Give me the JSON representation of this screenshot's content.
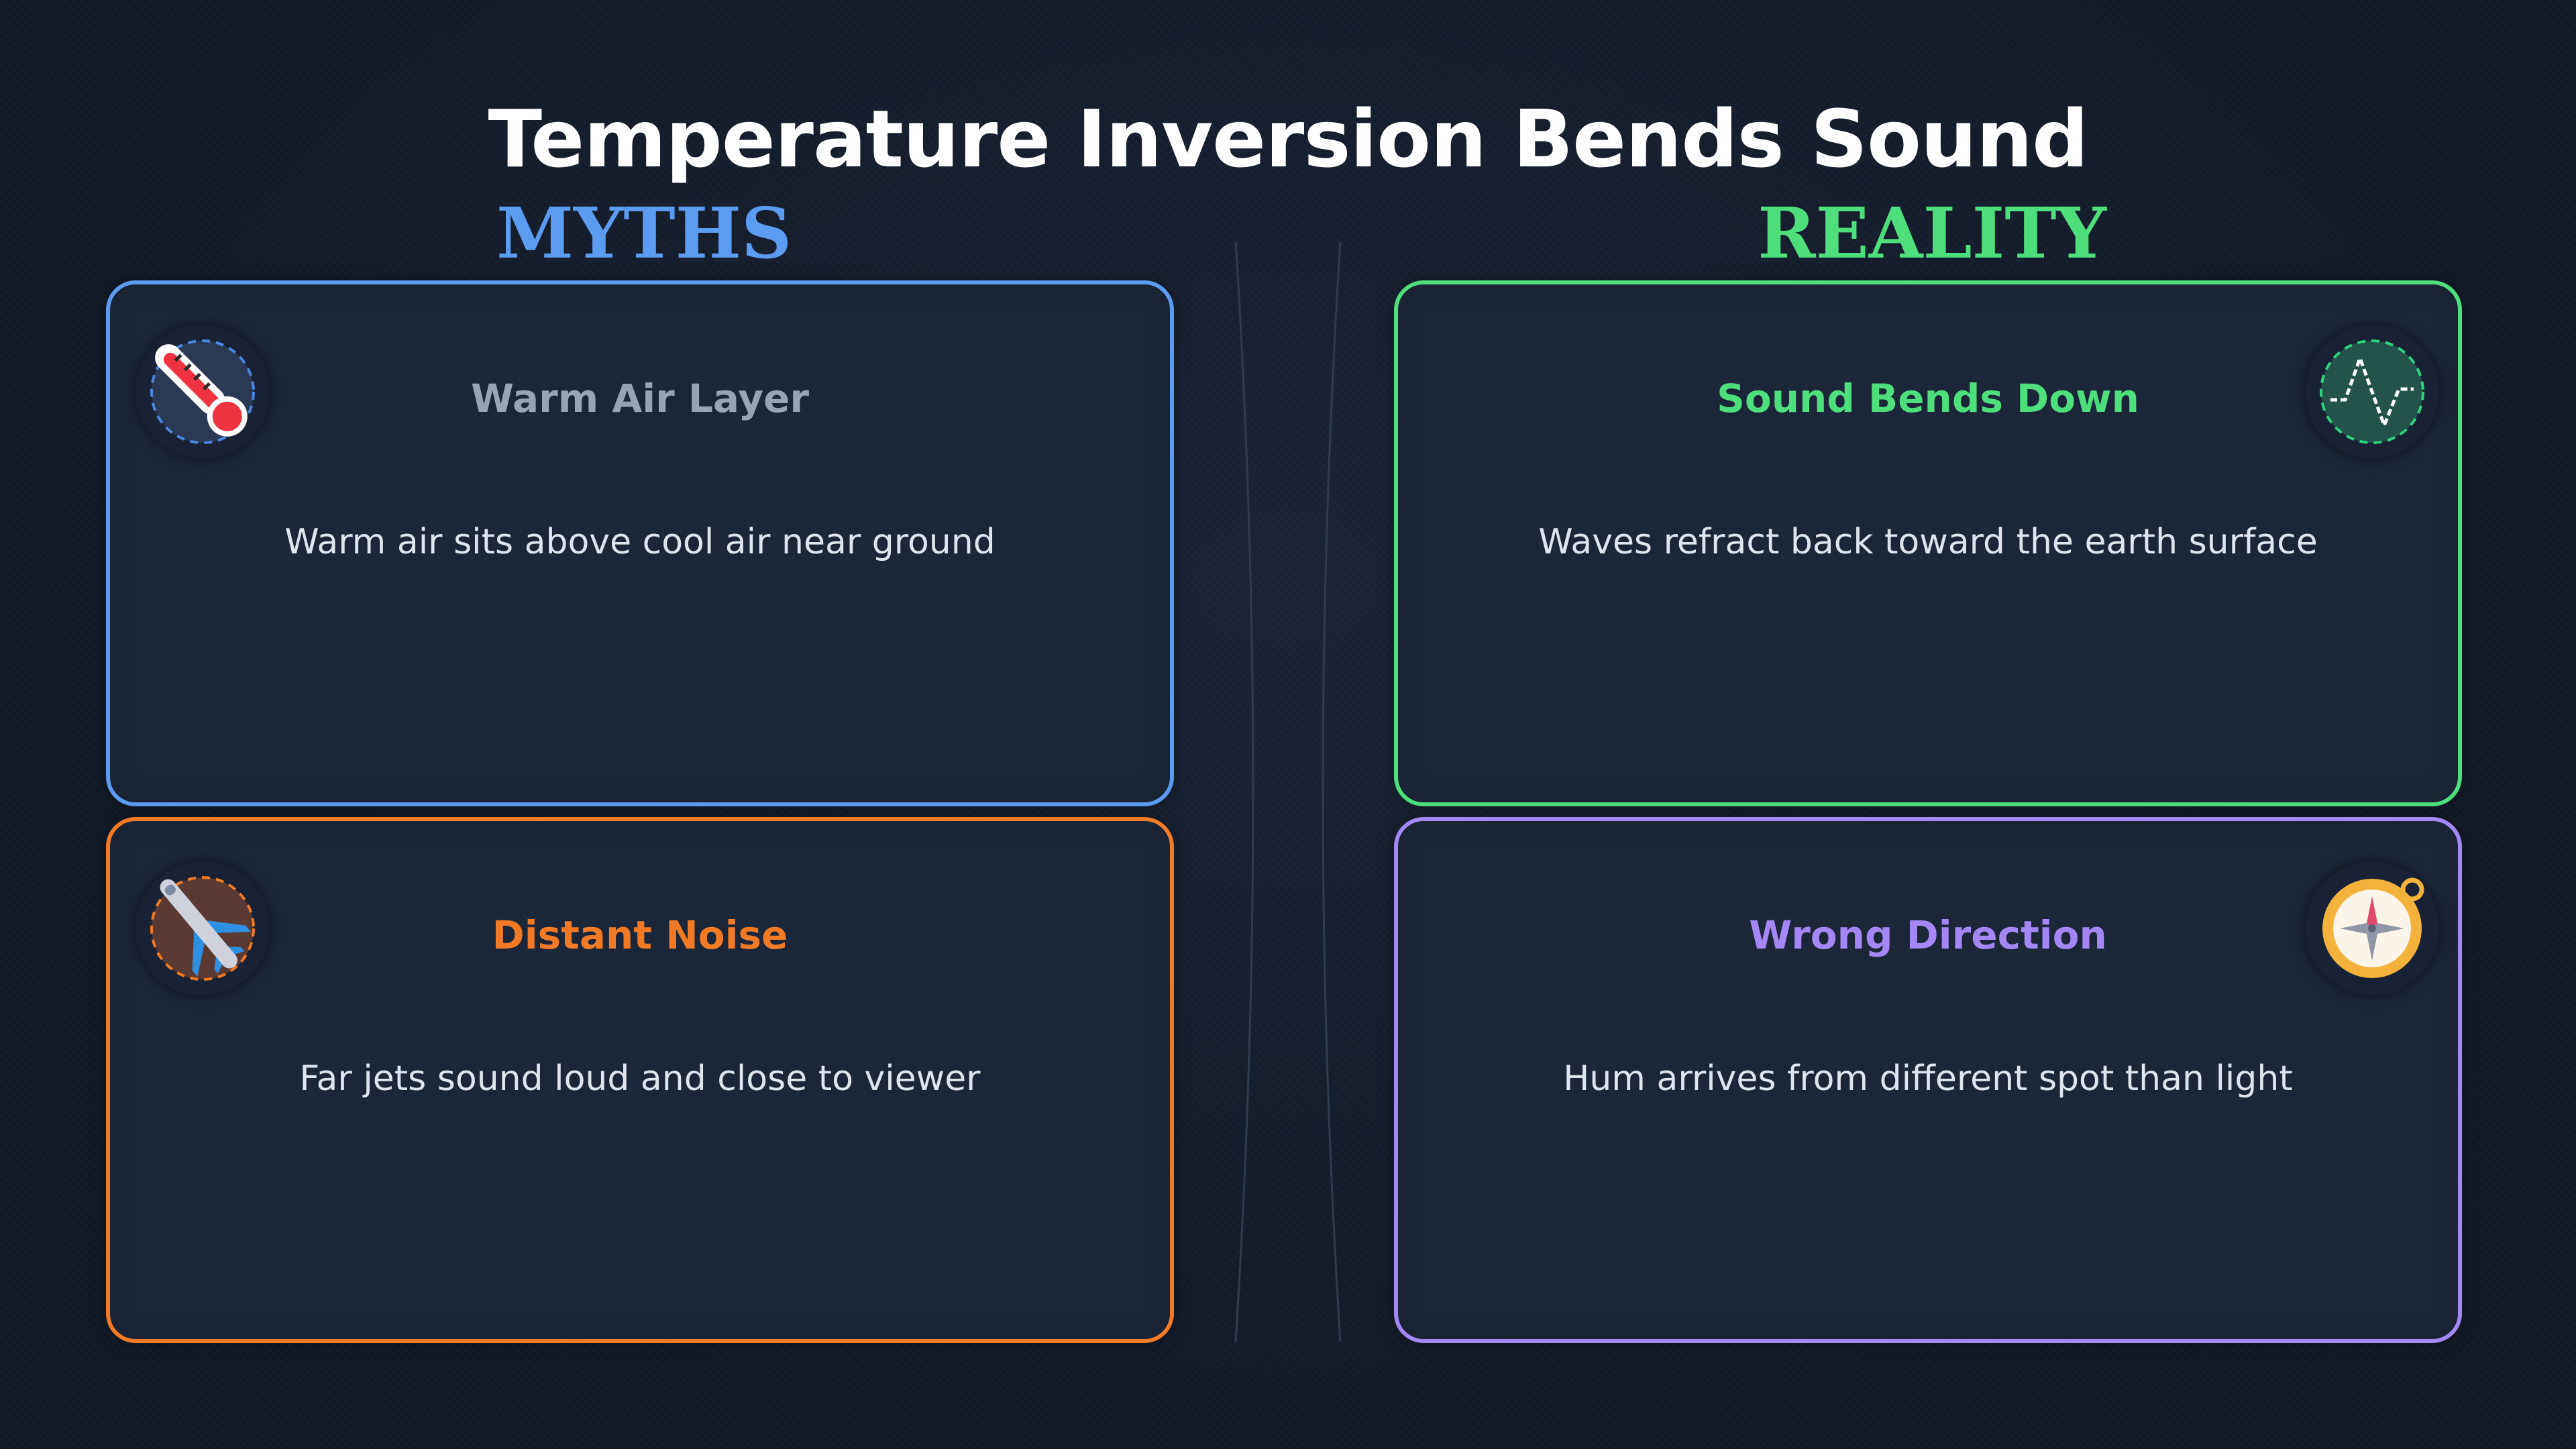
{
  "title": "Temperature Inversion Bends Sound",
  "columns": {
    "myths": {
      "label": "MYTHS",
      "color": "#5b9bf0"
    },
    "reality": {
      "label": "REALITY",
      "color": "#4ede7c"
    }
  },
  "cards": [
    {
      "title": "Warm Air Layer",
      "text": "Warm air sits above cool air near ground",
      "icon": "thermometer-icon",
      "border_color": "#5b9bf0",
      "title_color": "#98a4b6"
    },
    {
      "title": "Sound Bends Down",
      "text": "Waves refract back toward the earth surface",
      "icon": "waveform-icon",
      "border_color": "#4ede7c",
      "title_color": "#4ede7c"
    },
    {
      "title": "Distant Noise",
      "text": "Far jets sound loud and close to viewer",
      "icon": "airplane-icon",
      "border_color": "#f07a26",
      "title_color": "#f07a26"
    },
    {
      "title": "Wrong Direction",
      "text": "Hum arrives from different spot than light",
      "icon": "compass-icon",
      "border_color": "#a487f5",
      "title_color": "#a487f5"
    }
  ]
}
